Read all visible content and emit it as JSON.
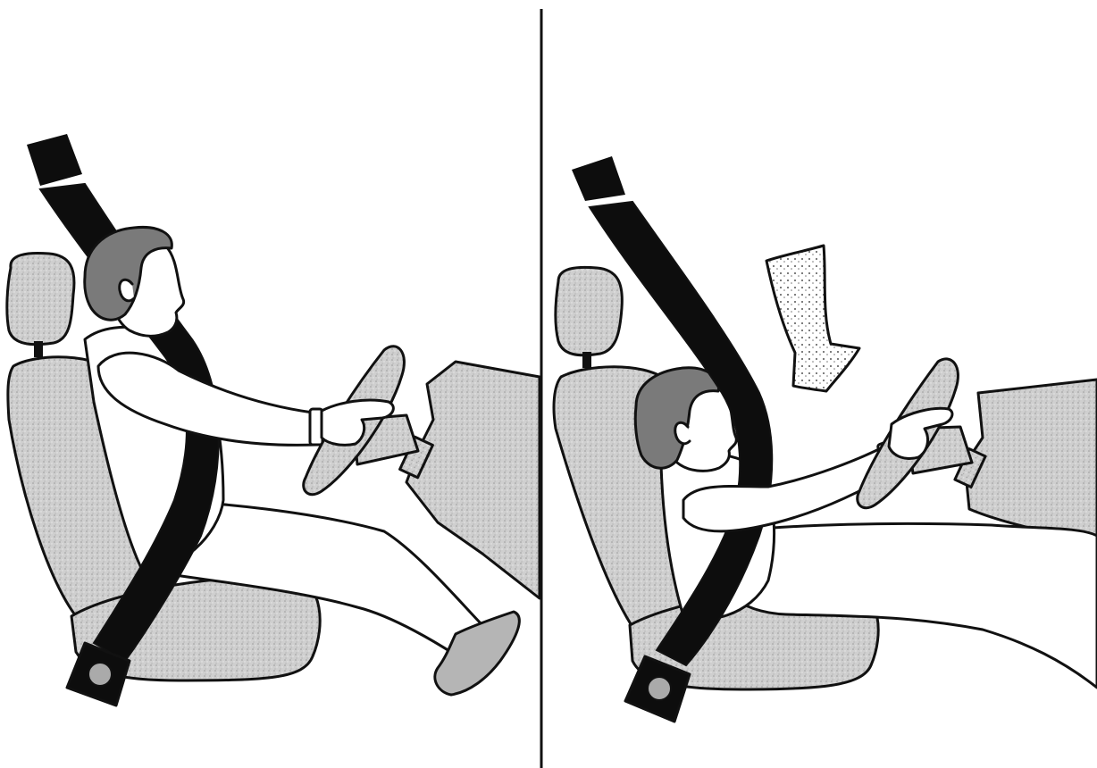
{
  "figure": {
    "panels": [
      {
        "id": "left",
        "scene": "upright-seated-driver-with-shoulder-belt"
      },
      {
        "id": "right",
        "scene": "reclined-seat-driver-submarining-under-belt"
      }
    ],
    "arrow": {
      "icon": "down-right-arrow-icon"
    },
    "colors": {
      "ink": "#111111",
      "belt": "#0d0d0d",
      "seat_fill": "#cfcfcf",
      "hair_fill": "#7a7a7a",
      "skin_fill": "#ffffff",
      "shoe_fill": "#b5b5b5"
    }
  }
}
